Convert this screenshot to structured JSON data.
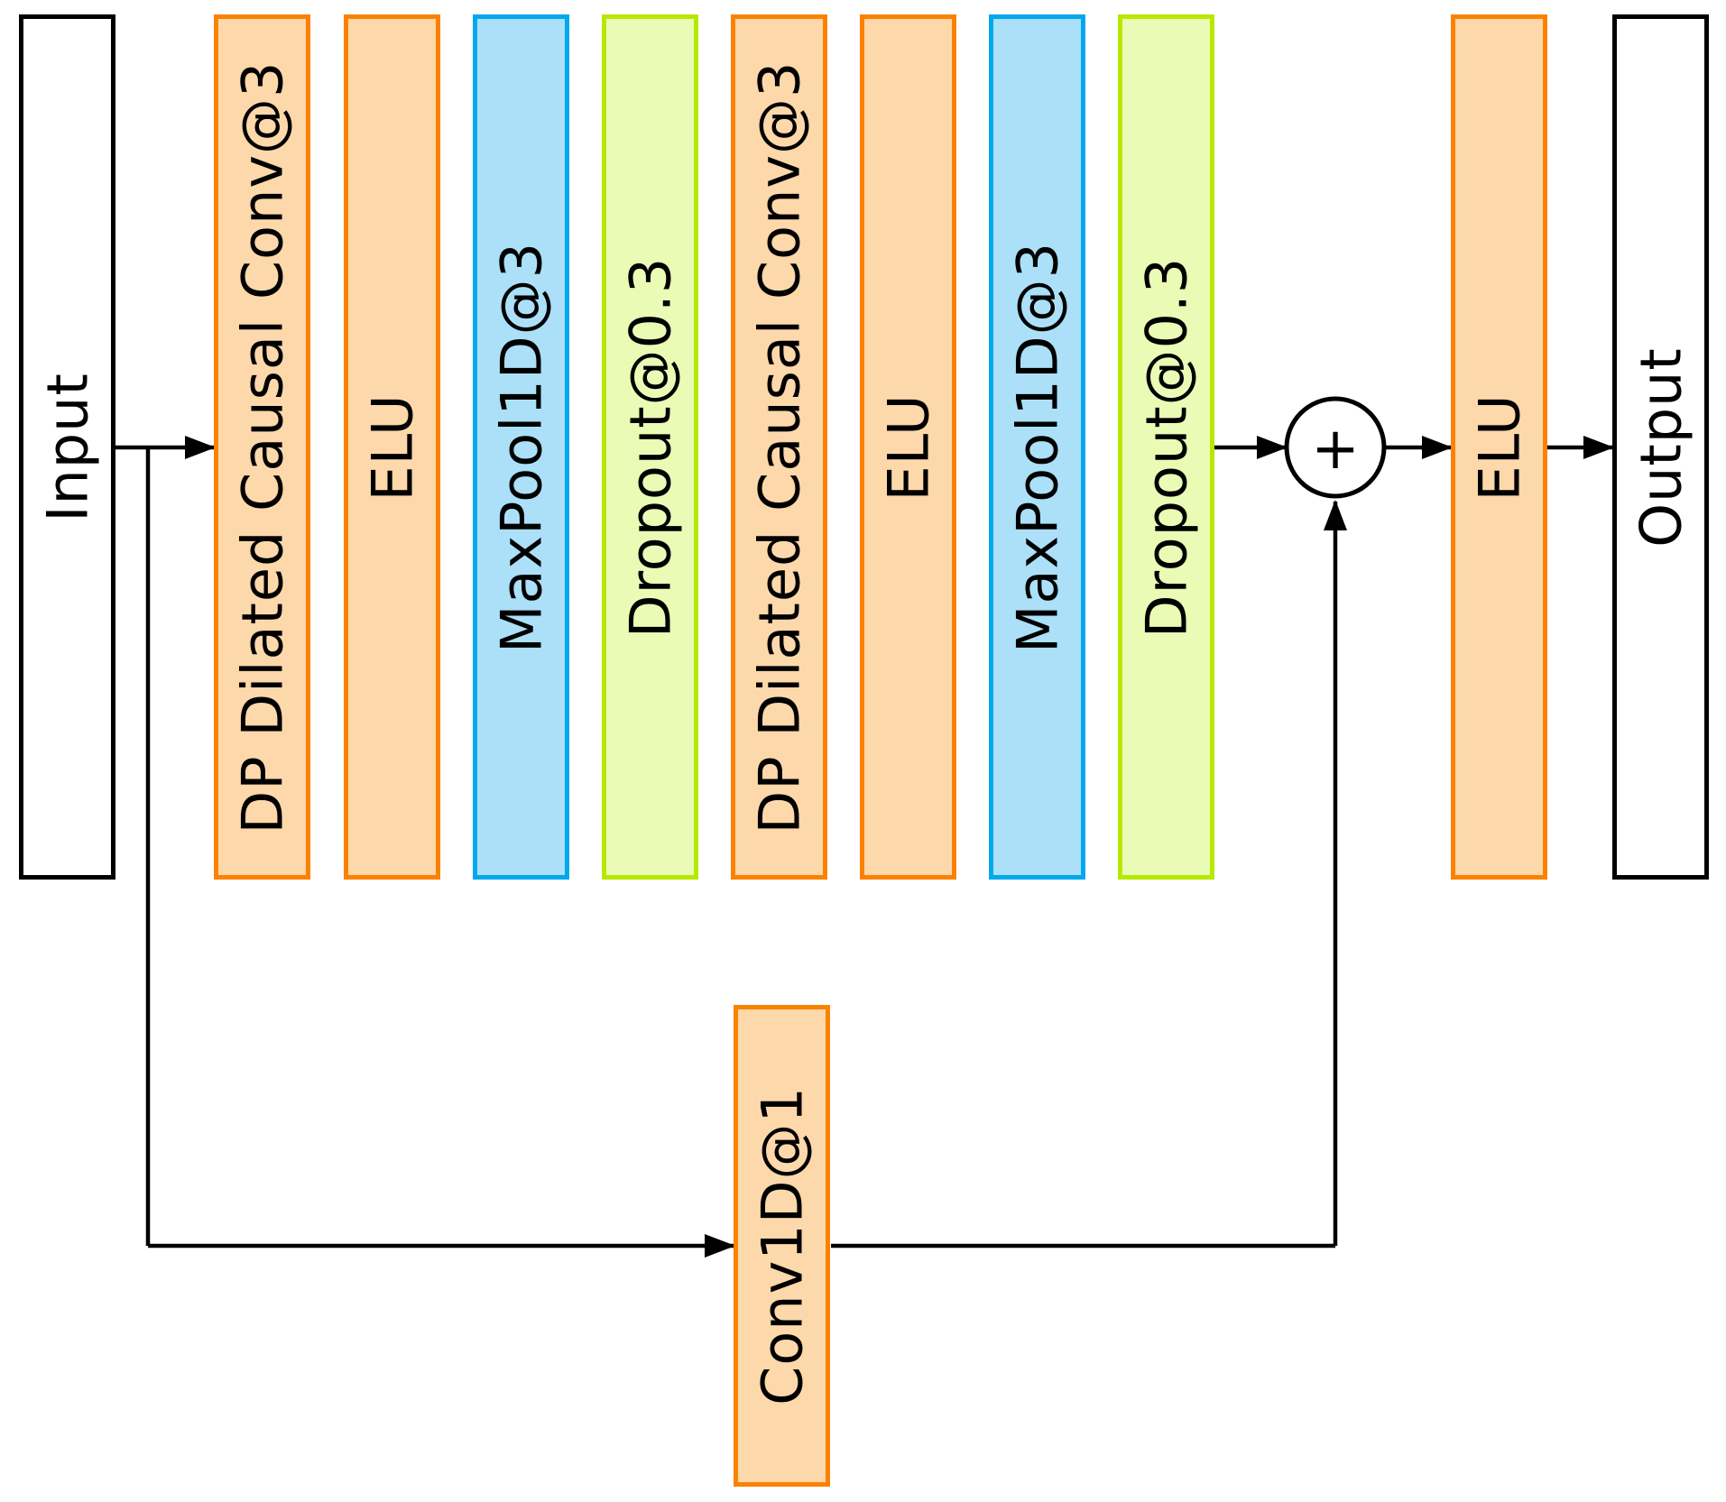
{
  "nodes": {
    "input": {
      "label": "Input"
    },
    "output": {
      "label": "Output"
    },
    "sum": {
      "symbol": "+"
    },
    "skip_conv": {
      "label": "Conv1D@1"
    },
    "final_activation": {
      "label": "ELU"
    }
  },
  "main_path_layers": [
    {
      "label": "DP Dilated Causal Conv@3",
      "type": "conv"
    },
    {
      "label": "ELU",
      "type": "conv"
    },
    {
      "label": "MaxPool1D@3",
      "type": "pool"
    },
    {
      "label": "Dropout@0.3",
      "type": "dropout"
    },
    {
      "label": "DP Dilated Causal Conv@3",
      "type": "conv"
    },
    {
      "label": "ELU",
      "type": "conv"
    },
    {
      "label": "MaxPool1D@3",
      "type": "pool"
    },
    {
      "label": "Dropout@0.3",
      "type": "dropout"
    }
  ],
  "colors": {
    "conv_fill": "#FDD8AA",
    "conv_border": "#FB8200",
    "pool_fill": "#ABE0F8",
    "pool_border": "#00A8EC",
    "dropout_fill": "#EAFBB6",
    "dropout_border": "#B6E800",
    "io_fill": "#FFFFFF",
    "io_border": "#000000",
    "line": "#000000"
  }
}
